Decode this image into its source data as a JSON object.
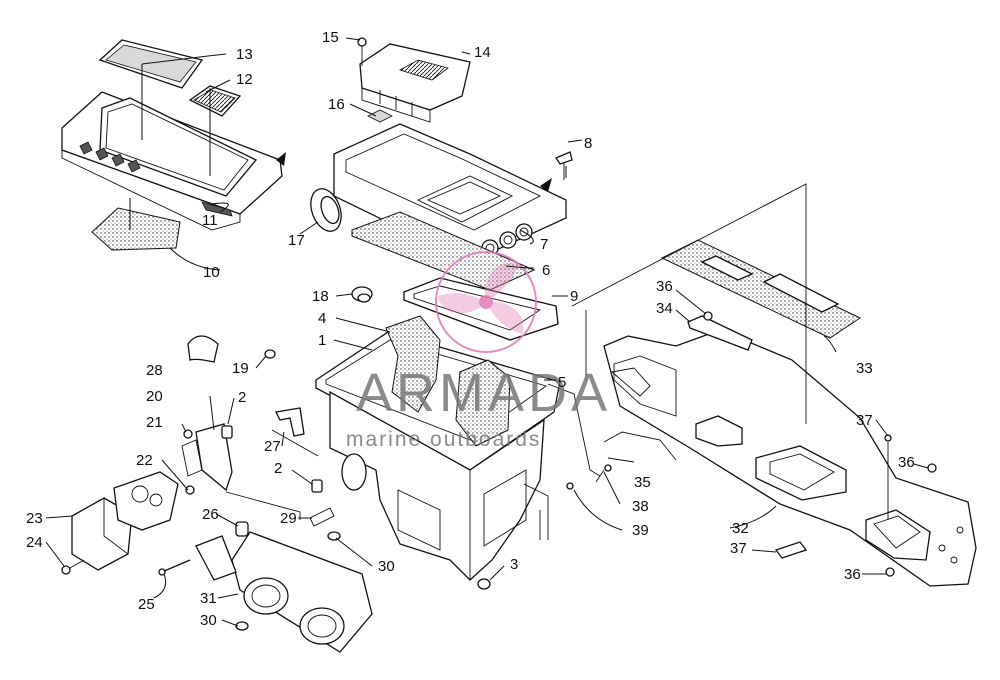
{
  "watermark": {
    "title": "ARMADA",
    "subtitle": "marine outboards",
    "color": "#e07ab8"
  },
  "callouts": [
    {
      "id": "c1",
      "label": "1"
    },
    {
      "id": "c2a",
      "label": "2"
    },
    {
      "id": "c2b",
      "label": "2"
    },
    {
      "id": "c3",
      "label": "3"
    },
    {
      "id": "c4",
      "label": "4"
    },
    {
      "id": "c5",
      "label": "5"
    },
    {
      "id": "c6",
      "label": "6"
    },
    {
      "id": "c7",
      "label": "7"
    },
    {
      "id": "c8",
      "label": "8"
    },
    {
      "id": "c9",
      "label": "9"
    },
    {
      "id": "c10",
      "label": "10"
    },
    {
      "id": "c11",
      "label": "11"
    },
    {
      "id": "c12",
      "label": "12"
    },
    {
      "id": "c13",
      "label": "13"
    },
    {
      "id": "c14",
      "label": "14"
    },
    {
      "id": "c15",
      "label": "15"
    },
    {
      "id": "c16",
      "label": "16"
    },
    {
      "id": "c17",
      "label": "17"
    },
    {
      "id": "c18",
      "label": "18"
    },
    {
      "id": "c19",
      "label": "19"
    },
    {
      "id": "c20",
      "label": "20"
    },
    {
      "id": "c21",
      "label": "21"
    },
    {
      "id": "c22",
      "label": "22"
    },
    {
      "id": "c23",
      "label": "23"
    },
    {
      "id": "c24",
      "label": "24"
    },
    {
      "id": "c25",
      "label": "25"
    },
    {
      "id": "c26",
      "label": "26"
    },
    {
      "id": "c27",
      "label": "27"
    },
    {
      "id": "c28",
      "label": "28"
    },
    {
      "id": "c29",
      "label": "29"
    },
    {
      "id": "c30a",
      "label": "30"
    },
    {
      "id": "c30b",
      "label": "30"
    },
    {
      "id": "c31",
      "label": "31"
    },
    {
      "id": "c32",
      "label": "32"
    },
    {
      "id": "c33",
      "label": "33"
    },
    {
      "id": "c34",
      "label": "34"
    },
    {
      "id": "c35",
      "label": "35"
    },
    {
      "id": "c36a",
      "label": "36"
    },
    {
      "id": "c36b",
      "label": "36"
    },
    {
      "id": "c36c",
      "label": "36"
    },
    {
      "id": "c37a",
      "label": "37"
    },
    {
      "id": "c37b",
      "label": "37"
    },
    {
      "id": "c38",
      "label": "38"
    },
    {
      "id": "c39",
      "label": "39"
    }
  ]
}
